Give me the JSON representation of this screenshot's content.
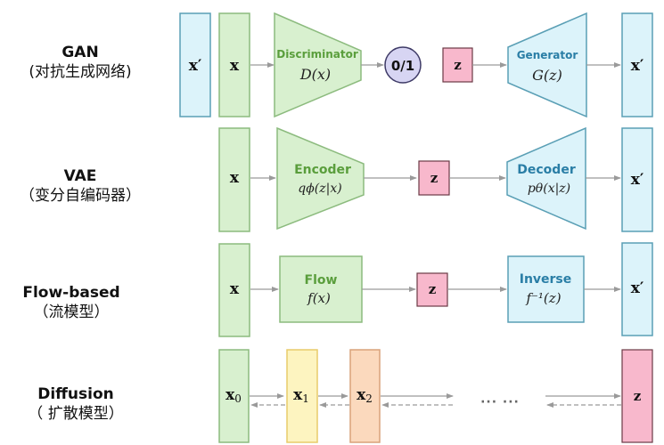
{
  "colors": {
    "green_fill": "#d8f0cf",
    "green_stroke": "#8cbb7e",
    "green_text": "#5a9e3c",
    "blue_fill": "#dcf3fa",
    "blue_stroke": "#5a9fb5",
    "blue_text": "#2a7ea6",
    "pink_fill": "#f8b8cc",
    "pink_stroke": "#6b3a45",
    "purple_fill": "#d7d5f3",
    "purple_stroke": "#3e3a66",
    "yellow_fill": "#fdf4c0",
    "yellow_stroke": "#e8cc6a",
    "orange_fill": "#fbd9bd",
    "orange_stroke": "#d9a27a",
    "arrow": "#9a9a9a",
    "text": "#111111"
  },
  "rows": [
    {
      "id": "gan",
      "title": "GAN",
      "subtitle": "(对抗生成网络)",
      "blocks": {
        "output_sample": "x′",
        "input_sample": "x",
        "discriminator_label": "Discriminator",
        "discriminator_func": "D(x)",
        "decision": "0/1",
        "latent": "z",
        "generator_label": "Generator",
        "generator_func": "G(z)",
        "generated_sample": "x′"
      }
    },
    {
      "id": "vae",
      "title": "VAE",
      "subtitle": "（变分自编码器）",
      "blocks": {
        "input_sample": "x",
        "encoder_label": "Encoder",
        "encoder_func": "qϕ(z|x)",
        "latent": "z",
        "decoder_label": "Decoder",
        "decoder_func": "pθ(x|z)",
        "output_sample": "x′"
      }
    },
    {
      "id": "flow",
      "title": "Flow-based",
      "subtitle": "（流模型）",
      "blocks": {
        "input_sample": "x",
        "flow_label": "Flow",
        "flow_func": "f(x)",
        "latent": "z",
        "inverse_label": "Inverse",
        "inverse_func": "f⁻¹(z)",
        "output_sample": "x′"
      }
    },
    {
      "id": "diffusion",
      "title": "Diffusion",
      "subtitle": "（ 扩散模型）",
      "blocks": {
        "x0": "x",
        "x0_sub": "0",
        "x1": "x",
        "x1_sub": "1",
        "x2": "x",
        "x2_sub": "2",
        "ellipsis": "··· ···",
        "latent": "z"
      }
    }
  ]
}
